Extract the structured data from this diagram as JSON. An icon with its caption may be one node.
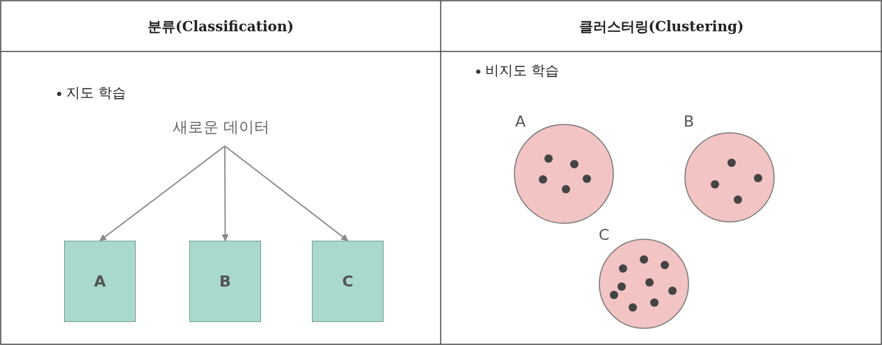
{
  "diagram": {
    "nodes": [
      {
        "text": [
          "새로운 데이터"
        ]
      },
      {
        "text": [
          "A"
        ]
      },
      {
        "text": [
          "B"
        ]
      },
      {
        "text": [
          "C"
        ]
      },
      {
        "text": [
          "A"
        ]
      },
      {
        "text": [
          "B"
        ]
      },
      {
        "text": [
          "C"
        ]
      }
    ],
    "edges": [
      {
        "from": 0,
        "to": 1,
        "arrow": "to"
      },
      {
        "from": 0,
        "to": 2,
        "arrow": "to"
      },
      {
        "from": 0,
        "to": 3,
        "arrow": "to"
      }
    ],
    "labels": [
      "분류(Classification)",
      "클러스터링(Clustering)",
      "지도 학습",
      "비지도 학습"
    ]
  }
}
